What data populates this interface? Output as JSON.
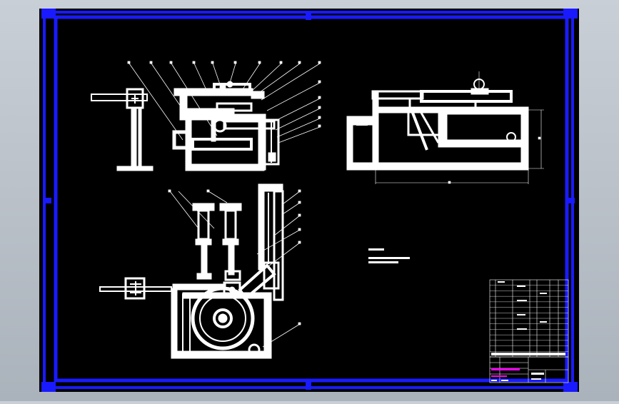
{
  "colors": {
    "page_bg": "#b9c0c8",
    "sheet": "#000000",
    "frame": "#1a1aff",
    "lines": "#ffffff",
    "title_accent": "#ff00ff"
  },
  "sheet": {
    "name": "assembly-drawing-sheet"
  },
  "views": {
    "front": {
      "balloon_count": 14
    },
    "side": {
      "balloon_count": 1
    },
    "top": {
      "balloon_count": 8
    }
  },
  "notes": {
    "present": true
  },
  "parts_list": {
    "row_count": 14
  },
  "title_block": {
    "present": true
  }
}
